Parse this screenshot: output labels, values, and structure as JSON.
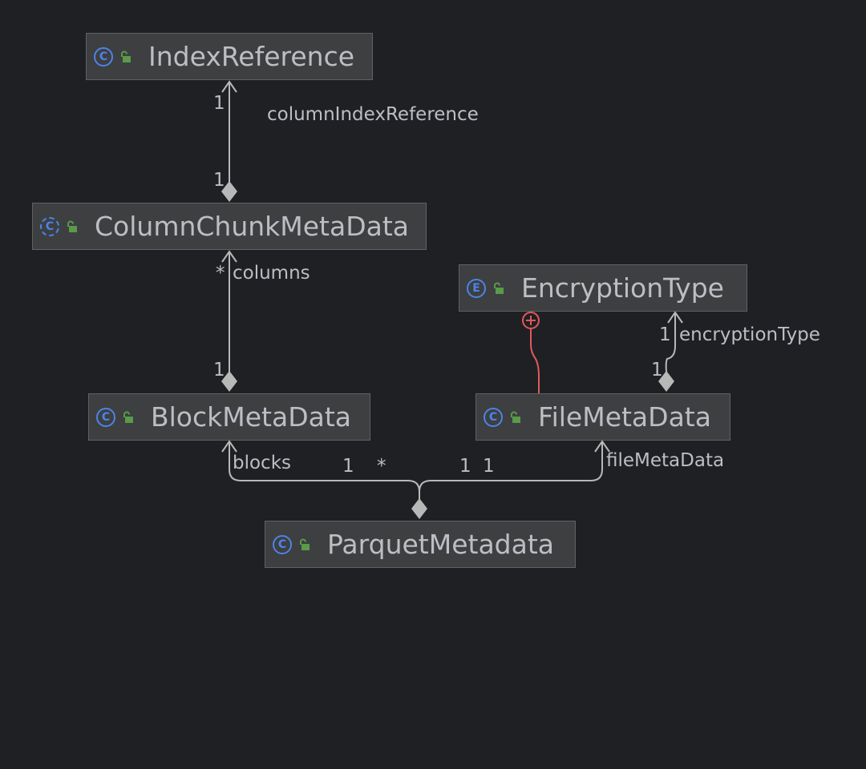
{
  "colors": {
    "background": "#1f2024",
    "node_fill": "#3d3f41",
    "node_border": "#5f6165",
    "text": "#bcbec4",
    "edge": "#b8b8b8",
    "class_icon": "#4e83e8",
    "visibility_icon": "#5a9a4a",
    "inner_link": "#e05a5a"
  },
  "nodes": [
    {
      "id": "IndexReference",
      "label": "IndexReference",
      "kind": "C",
      "kind_icon": "class-icon"
    },
    {
      "id": "ColumnChunkMetaData",
      "label": "ColumnChunkMetaData",
      "kind": "C",
      "kind_icon": "abstract-class-icon"
    },
    {
      "id": "EncryptionType",
      "label": "EncryptionType",
      "kind": "E",
      "kind_icon": "enum-icon"
    },
    {
      "id": "BlockMetaData",
      "label": "BlockMetaData",
      "kind": "C",
      "kind_icon": "class-icon"
    },
    {
      "id": "FileMetaData",
      "label": "FileMetaData",
      "kind": "C",
      "kind_icon": "class-icon"
    },
    {
      "id": "ParquetMetadata",
      "label": "ParquetMetadata",
      "kind": "C",
      "kind_icon": "class-icon"
    }
  ],
  "edges": [
    {
      "from": "ColumnChunkMetaData",
      "to": "IndexReference",
      "type": "composition",
      "role": "columnIndexReference",
      "target_multiplicity": "1",
      "source_multiplicity": "1"
    },
    {
      "from": "BlockMetaData",
      "to": "ColumnChunkMetaData",
      "type": "composition",
      "role": "columns",
      "target_multiplicity": "*",
      "source_multiplicity": "1"
    },
    {
      "from": "FileMetaData",
      "to": "EncryptionType",
      "type": "composition",
      "role": "encryptionType",
      "target_multiplicity": "1",
      "source_multiplicity": "1"
    },
    {
      "from": "FileMetaData",
      "to": "EncryptionType",
      "type": "inner-class",
      "role": ""
    },
    {
      "from": "ParquetMetadata",
      "to": "BlockMetaData",
      "type": "composition",
      "role": "blocks",
      "target_multiplicity": "*",
      "source_multiplicity": "1"
    },
    {
      "from": "ParquetMetadata",
      "to": "FileMetaData",
      "type": "composition",
      "role": "fileMetaData",
      "target_multiplicity": "1",
      "source_multiplicity": "1"
    }
  ]
}
